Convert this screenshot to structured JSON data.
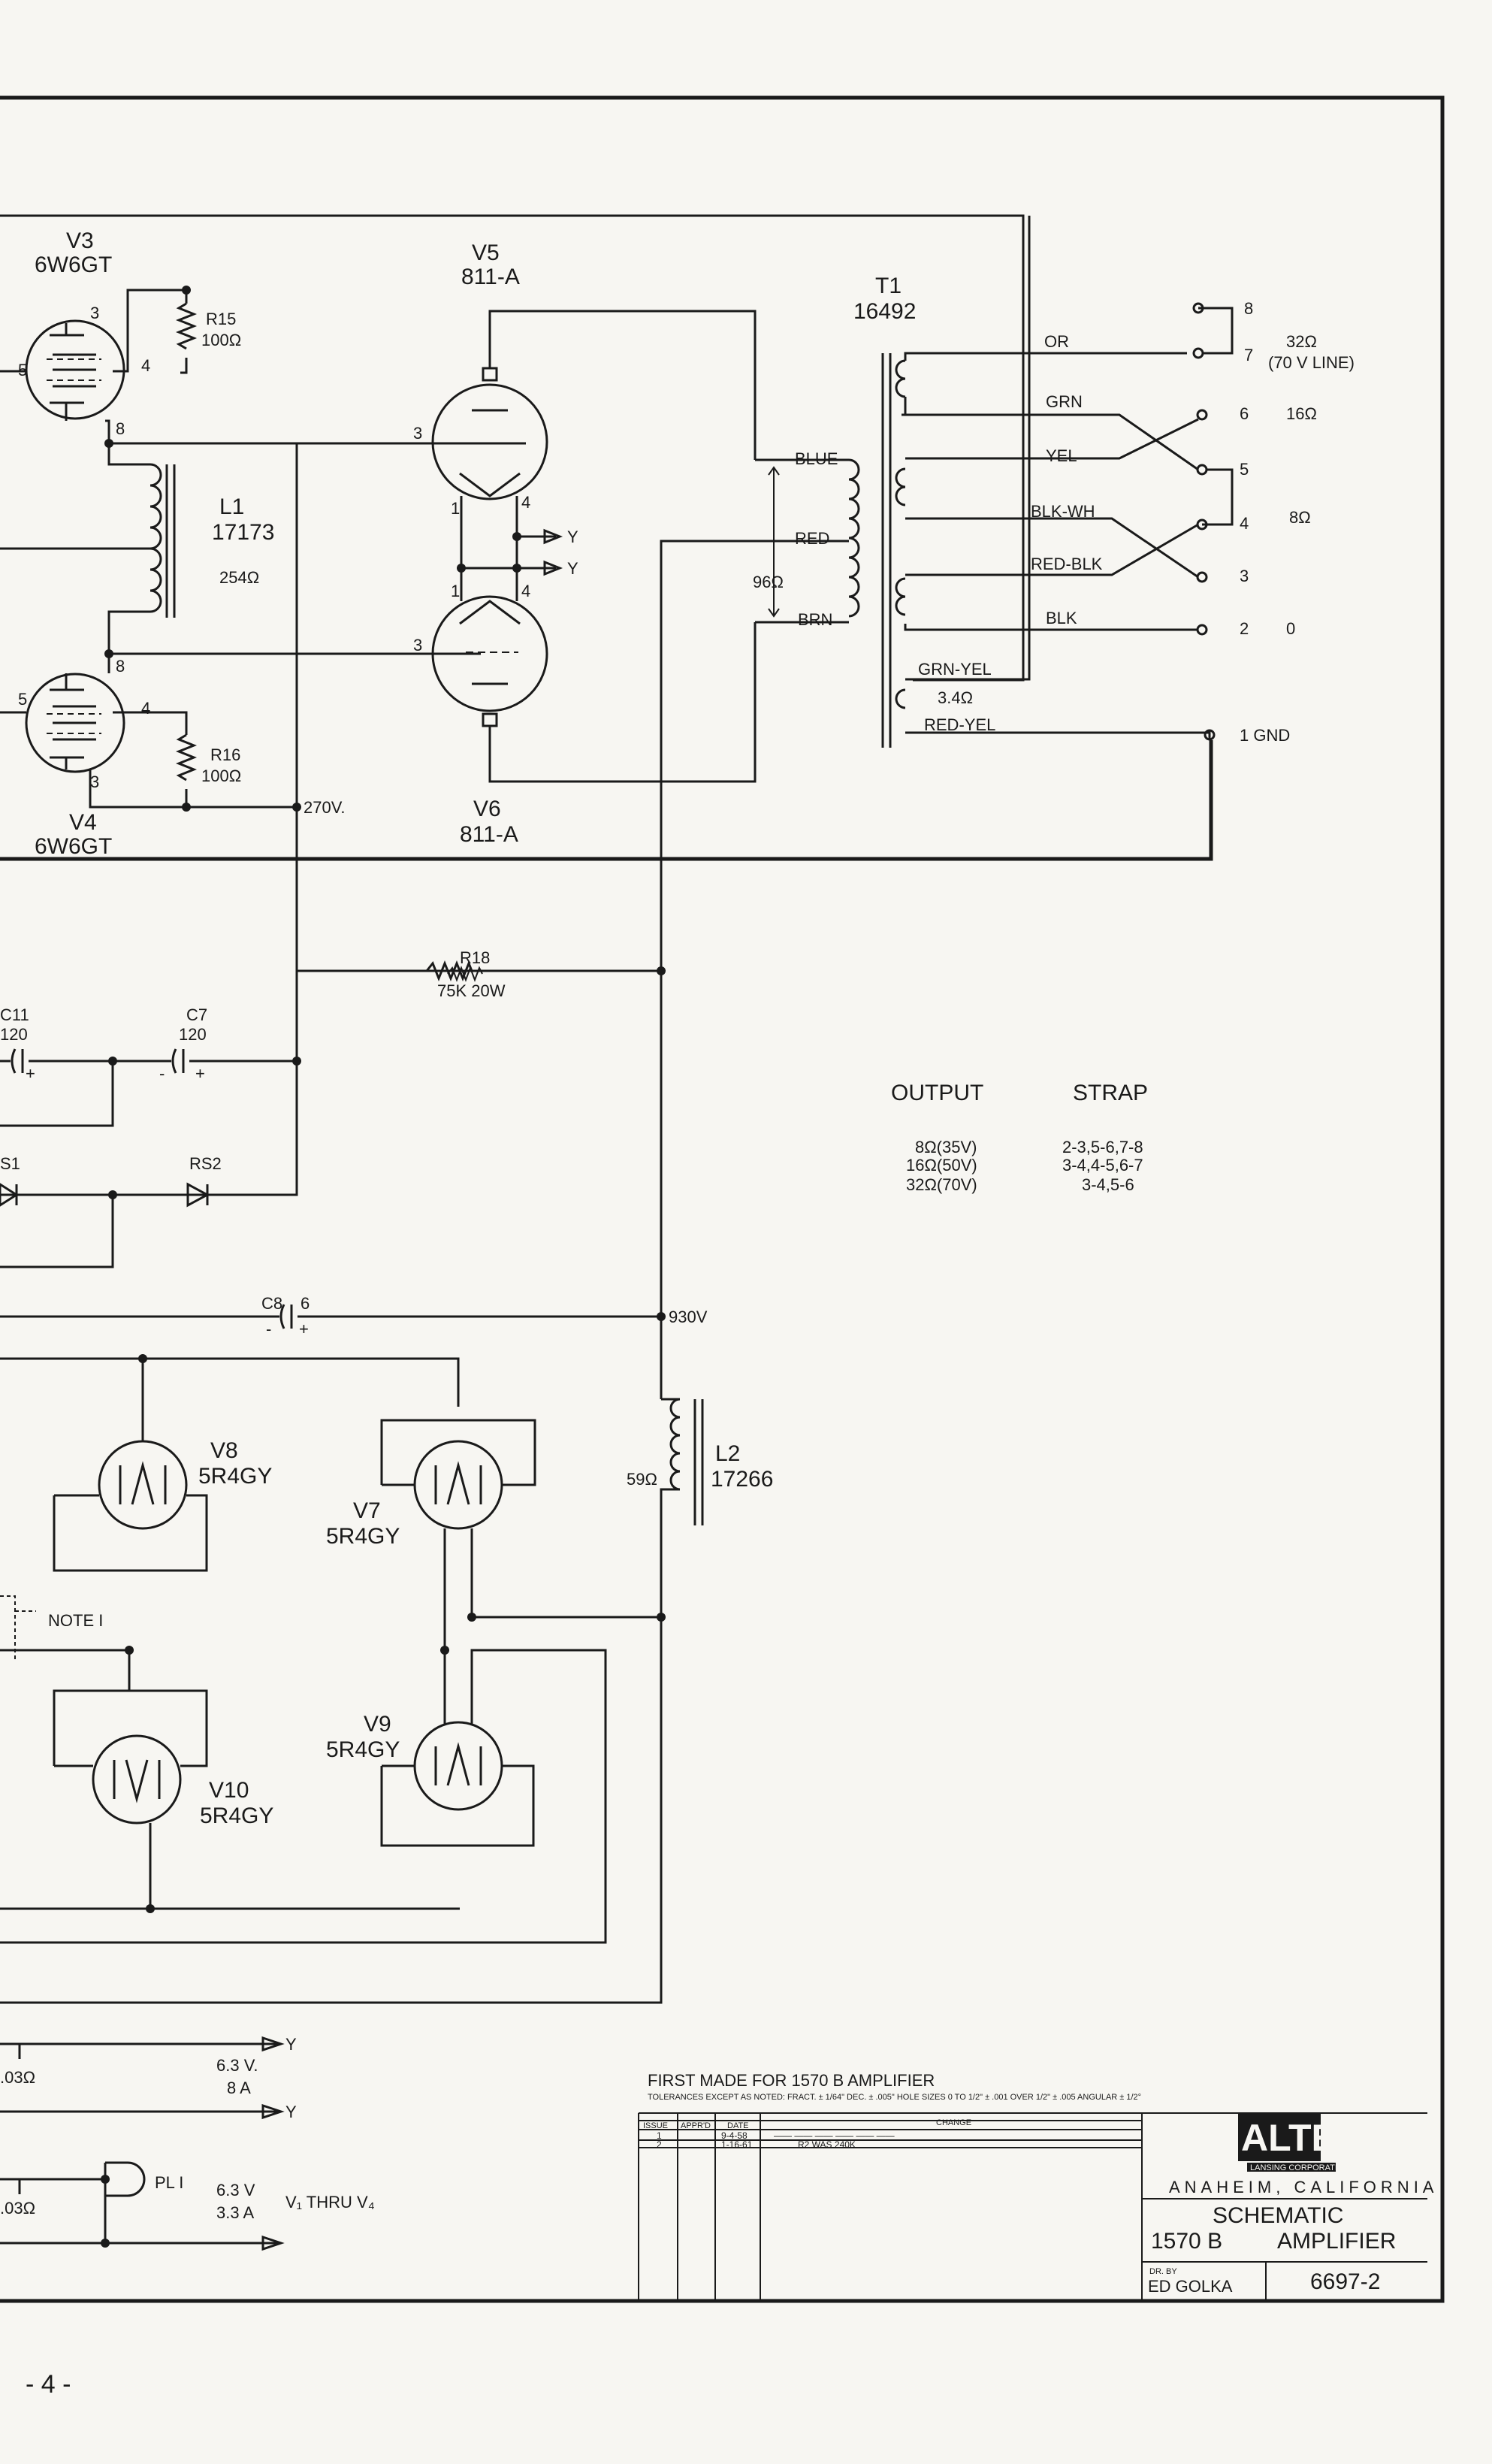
{
  "page_number": "- 4 -",
  "tubes": {
    "v3": {
      "ref": "V3",
      "type": "6W6GT"
    },
    "v4": {
      "ref": "V4",
      "type": "6W6GT"
    },
    "v5": {
      "ref": "V5",
      "type": "811-A"
    },
    "v6": {
      "ref": "V6",
      "type": "811-A"
    },
    "v7": {
      "ref": "V7",
      "type": "5R4GY"
    },
    "v8": {
      "ref": "V8",
      "type": "5R4GY"
    },
    "v9": {
      "ref": "V9",
      "type": "5R4GY"
    },
    "v10": {
      "ref": "V10",
      "type": "5R4GY"
    }
  },
  "transformer": {
    "ref": "T1",
    "part": "16492"
  },
  "inductors": {
    "l1": {
      "ref": "L1",
      "part": "17173",
      "value": "254Ω"
    },
    "l2": {
      "ref": "L2",
      "part": "17266",
      "value": "59Ω"
    }
  },
  "resistors": {
    "r15": {
      "ref": "R15",
      "value": "100Ω"
    },
    "r16": {
      "ref": "R16",
      "value": "100Ω"
    },
    "r18": {
      "ref": "R18",
      "value": "75K 20W"
    },
    "r_primary": {
      "value": "96Ω"
    },
    "r_tertiary": {
      "value": "3.4Ω"
    }
  },
  "capacitors": {
    "c11": {
      "ref": "C11",
      "value": "120"
    },
    "c7": {
      "ref": "C7",
      "value": "120"
    },
    "c8": {
      "ref": "C8",
      "value": "6"
    }
  },
  "rectifiers": {
    "rs1": "S1",
    "rs2": "RS2"
  },
  "voltages": {
    "v270": "270V.",
    "v930": "930V"
  },
  "wire_colors": {
    "blue": "BLUE",
    "red": "RED",
    "brn": "BRN",
    "or": "OR",
    "grn": "GRN",
    "yel": "YEL",
    "blk_wh": "BLK-WH",
    "red_blk": "RED-BLK",
    "blk": "BLK",
    "grn_yel": "GRN-YEL",
    "red_yel": "RED-YEL"
  },
  "terminals": [
    "8",
    "7",
    "6",
    "5",
    "4",
    "3",
    "2",
    "1 GND"
  ],
  "terminal_notes": {
    "t7_ohm": "32Ω",
    "t7_line": "(70 V LINE)",
    "t6": "16Ω",
    "t4": "8Ω",
    "t2": "0"
  },
  "pins": [
    "3",
    "5",
    "4",
    "8",
    "1",
    "Y"
  ],
  "strap_table": {
    "headers": [
      "OUTPUT",
      "STRAP"
    ],
    "rows": [
      {
        "output": "8Ω(35V)",
        "strap": "2-3,5-6,7-8"
      },
      {
        "output": "16Ω(50V)",
        "strap": "3-4,4-5,6-7"
      },
      {
        "output": "32Ω(70V)",
        "strap": "3-4,5-6"
      }
    ]
  },
  "note": "NOTE I",
  "heater": {
    "r1": ".03Ω",
    "r2": ".03Ω",
    "supply1": "6.3 V.",
    "current1": "8 A",
    "supply2": "6.3 V",
    "current2": "3.3 A",
    "pilot": "PL I",
    "feeds": "V₁ THRU V₄"
  },
  "title_block": {
    "first_made": "FIRST MADE FOR 1570 B AMPLIFIER",
    "tolerances": "TOLERANCES EXCEPT AS NOTED: FRACT. ± 1/64\" DEC. ± .005\" HOLE SIZES 0 TO 1/2\" ± .001 OVER 1/2\" ± .005 ANGULAR ± 1/2°",
    "rev_headers": [
      "ISSUE",
      "APPR'D",
      "DATE",
      "CHANGE"
    ],
    "rev_rows": [
      {
        "issue": "1",
        "date": "9-4-58",
        "change": "—— —— —— —— —— ——"
      },
      {
        "issue": "2",
        "date": "1-16-61",
        "change": "R2 WAS 240K"
      }
    ],
    "brand": "ALTEC",
    "brand_sub": "LANSING CORPORATION",
    "location": "ANAHEIM, CALIFORNIA",
    "title": "SCHEMATIC",
    "model": "1570 B",
    "product": "AMPLIFIER",
    "drawn_by_label": "DR. BY",
    "drawn_by": "ED GOLKA",
    "drawing_number": "6697-2"
  }
}
